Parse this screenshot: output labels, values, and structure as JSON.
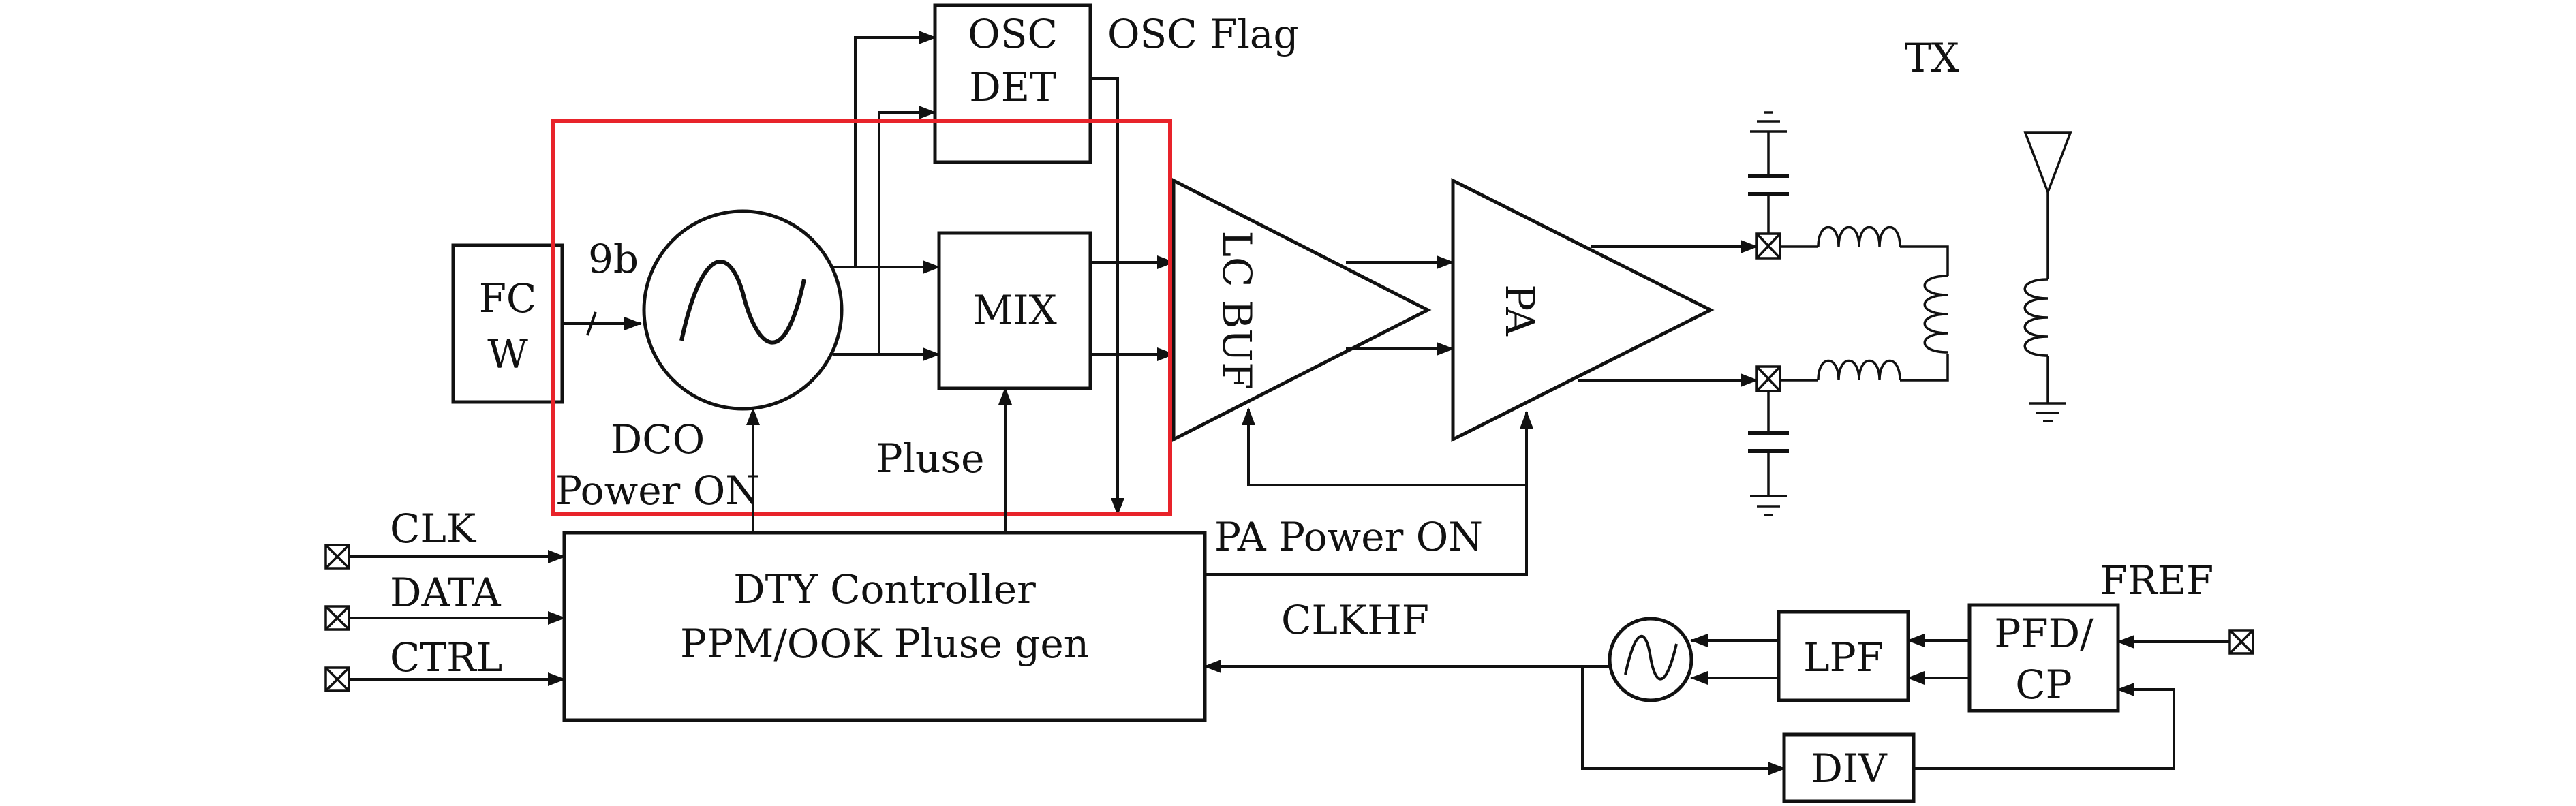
{
  "labels": {
    "osc_det_line1": "OSC",
    "osc_det_line2": "DET",
    "osc_flag": "OSC Flag",
    "tx": "TX",
    "fcw_line1": "FC",
    "fcw_line2": "W",
    "bits": "9b",
    "mix": "MIX",
    "lc_buf": "LC BUF",
    "pa": "PA",
    "dco_line1": "DCO",
    "dco_line2": "Power ON",
    "pulse": "Pluse",
    "clk": "CLK",
    "data": "DATA",
    "ctrl": "CTRL",
    "dty_line1": "DTY Controller",
    "dty_line2": "PPM/OOK Pluse gen",
    "pa_power_on": "PA Power ON",
    "clkhf": "CLKHF",
    "fref": "FREF",
    "lpf": "LPF",
    "pfd_line1": "PFD/",
    "pfd_line2": "CP",
    "div": "DIV"
  },
  "colors": {
    "stroke": "#111111",
    "highlight": "#e8232a",
    "background": "#ffffff"
  }
}
